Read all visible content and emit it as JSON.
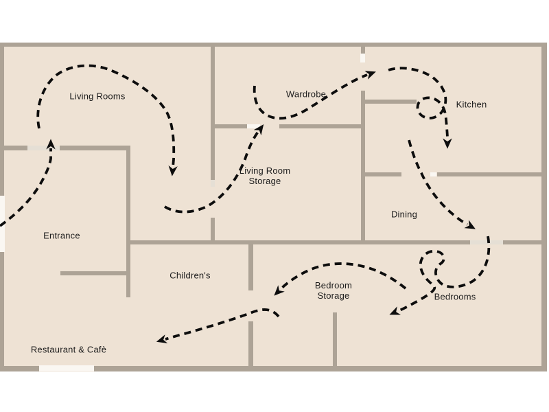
{
  "figure": {
    "type": "floor-plan-with-dashed-visitor-route",
    "colors": {
      "page": "#ffffff",
      "floor": "#EEE2D4",
      "wall": "#ADA396",
      "doorBright": "#FAF7F2",
      "doorPale": "#E5DFD5",
      "path": "#0d0d0d",
      "text": "#1c1c1c"
    },
    "rooms": [
      {
        "id": "living-rooms",
        "label": "Living Rooms"
      },
      {
        "id": "wardrobe",
        "label": "Wardrobe"
      },
      {
        "id": "kitchen",
        "label": "Kitchen"
      },
      {
        "id": "living-room-storage",
        "label": "Living Room\nStorage"
      },
      {
        "id": "entrance",
        "label": "Entrance"
      },
      {
        "id": "dining",
        "label": "Dining"
      },
      {
        "id": "childrens",
        "label": "Children's"
      },
      {
        "id": "bedroom-storage",
        "label": "Bedroom\nStorage"
      },
      {
        "id": "bedrooms",
        "label": "Bedrooms"
      },
      {
        "id": "restaurant-cafe",
        "label": "Restaurant & Cafè"
      }
    ],
    "route": {
      "style": "dashed",
      "arrow_count": 9
    }
  }
}
